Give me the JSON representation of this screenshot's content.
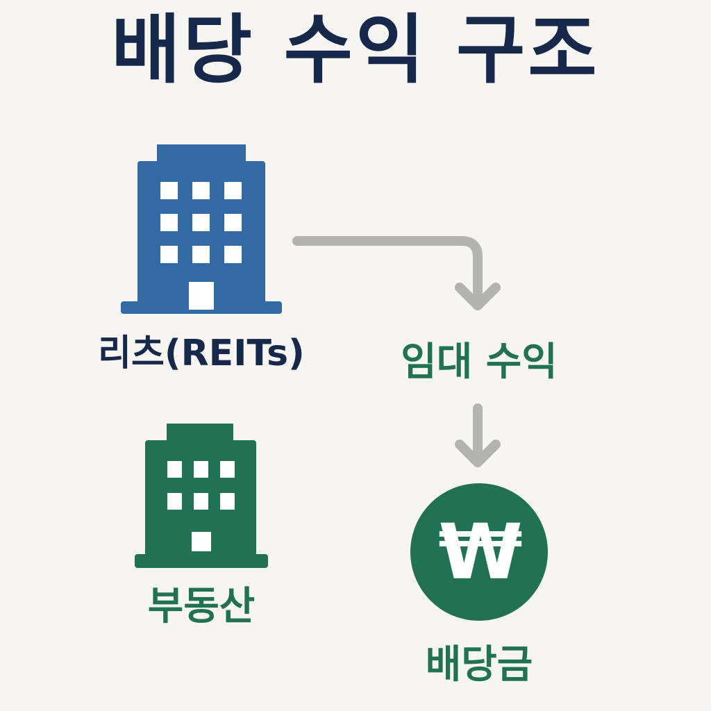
{
  "title": "배당 수익 구조",
  "nodes": {
    "reits": {
      "label": "리츠(REITs)",
      "icon": "office-building-icon",
      "color": "#336aa3"
    },
    "rental_income": {
      "label": "임대 수익"
    },
    "real_estate": {
      "label": "부동산",
      "icon": "office-building-icon",
      "color": "#217254"
    },
    "dividend": {
      "label": "배당금",
      "icon": "won-coin-icon",
      "symbol": "₩",
      "color": "#217254"
    }
  },
  "colors": {
    "title": "#16294a",
    "accent_green": "#217254",
    "accent_blue": "#336aa3",
    "arrow": "#b3b3b0",
    "background": "#f6f5f1"
  }
}
